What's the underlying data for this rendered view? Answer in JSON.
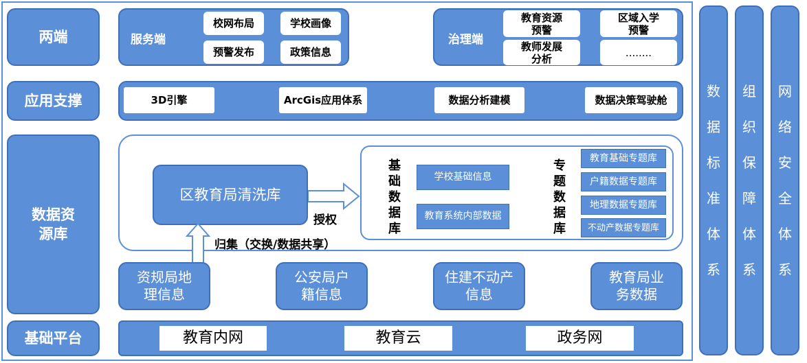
{
  "rows": {
    "liangduan": "两端",
    "yingyong": "应用支撑",
    "shuju": "数据资源库",
    "jichu": "基础平台"
  },
  "service_end": {
    "title": "服务端",
    "items": [
      "校网布局",
      "学校画像",
      "预警发布",
      "政策信息"
    ]
  },
  "governance_end": {
    "title": "治理端",
    "items": [
      "教育资源预警",
      "区域入学预警",
      "教师发展分析",
      "........"
    ]
  },
  "support": [
    "3D引擎",
    "ArcGis应用体系",
    "数据分析建模",
    "数据决策驾驶舱"
  ],
  "resource": {
    "clean_db": "区教育局清洗库",
    "authorize": "授权",
    "collect": "归集（交换/数据共享）",
    "base_db_title": "基础数据库",
    "base_items": [
      "学校基础信息",
      "教育系统内部数据"
    ],
    "topic_db_title": "专题数据库",
    "topic_items": [
      "教育基础专题库",
      "户籍数据专题库",
      "地理数据专题库",
      "不动产数据专题库"
    ],
    "sources": [
      "资规局地理信息",
      "公安局户籍信息",
      "住建不动产信息",
      "教育局业务数据"
    ]
  },
  "platform": [
    "教育内网",
    "教育云",
    "政务网"
  ],
  "side_columns": [
    "数据标准体系",
    "组织保障体系",
    "网络安全体系"
  ],
  "colors": {
    "fill": "#5b8fd8",
    "border": "#3f6fb8",
    "white": "#ffffff"
  }
}
